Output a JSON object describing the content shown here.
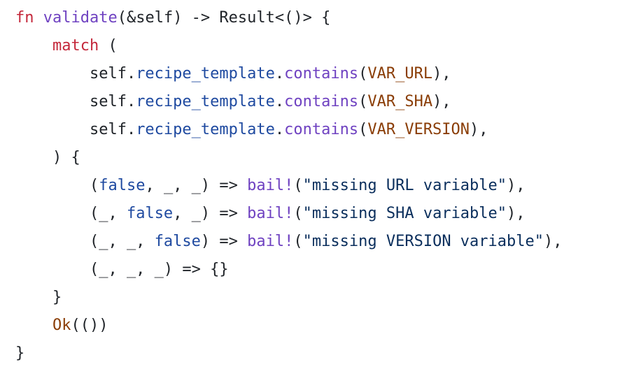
{
  "code": {
    "lines": [
      [
        {
          "t": "fn",
          "c": "kw"
        },
        {
          "t": " ",
          "c": "pl"
        },
        {
          "t": "validate",
          "c": "fn"
        },
        {
          "t": "(&self) -> Result<()> {",
          "c": "pl"
        }
      ],
      [
        {
          "t": "    ",
          "c": "pl"
        },
        {
          "t": "match",
          "c": "kw"
        },
        {
          "t": " (",
          "c": "pl"
        }
      ],
      [
        {
          "t": "        self.",
          "c": "pl"
        },
        {
          "t": "recipe_template",
          "c": "prop"
        },
        {
          "t": ".",
          "c": "pl"
        },
        {
          "t": "contains",
          "c": "fn"
        },
        {
          "t": "(",
          "c": "pl"
        },
        {
          "t": "VAR_URL",
          "c": "cst"
        },
        {
          "t": "),",
          "c": "pl"
        }
      ],
      [
        {
          "t": "        self.",
          "c": "pl"
        },
        {
          "t": "recipe_template",
          "c": "prop"
        },
        {
          "t": ".",
          "c": "pl"
        },
        {
          "t": "contains",
          "c": "fn"
        },
        {
          "t": "(",
          "c": "pl"
        },
        {
          "t": "VAR_SHA",
          "c": "cst"
        },
        {
          "t": "),",
          "c": "pl"
        }
      ],
      [
        {
          "t": "        self.",
          "c": "pl"
        },
        {
          "t": "recipe_template",
          "c": "prop"
        },
        {
          "t": ".",
          "c": "pl"
        },
        {
          "t": "contains",
          "c": "fn"
        },
        {
          "t": "(",
          "c": "pl"
        },
        {
          "t": "VAR_VERSION",
          "c": "cst"
        },
        {
          "t": "),",
          "c": "pl"
        }
      ],
      [
        {
          "t": "    ) {",
          "c": "pl"
        }
      ],
      [
        {
          "t": "        (",
          "c": "pl"
        },
        {
          "t": "false",
          "c": "bool"
        },
        {
          "t": ", _, _) => ",
          "c": "pl"
        },
        {
          "t": "bail!",
          "c": "mac"
        },
        {
          "t": "(",
          "c": "pl"
        },
        {
          "t": "\"missing URL variable\"",
          "c": "str"
        },
        {
          "t": "),",
          "c": "pl"
        }
      ],
      [
        {
          "t": "        (_, ",
          "c": "pl"
        },
        {
          "t": "false",
          "c": "bool"
        },
        {
          "t": ", _) => ",
          "c": "pl"
        },
        {
          "t": "bail!",
          "c": "mac"
        },
        {
          "t": "(",
          "c": "pl"
        },
        {
          "t": "\"missing SHA variable\"",
          "c": "str"
        },
        {
          "t": "),",
          "c": "pl"
        }
      ],
      [
        {
          "t": "        (_, _, ",
          "c": "pl"
        },
        {
          "t": "false",
          "c": "bool"
        },
        {
          "t": ") => ",
          "c": "pl"
        },
        {
          "t": "bail!",
          "c": "mac"
        },
        {
          "t": "(",
          "c": "pl"
        },
        {
          "t": "\"missing VERSION variable\"",
          "c": "str"
        },
        {
          "t": "),",
          "c": "pl"
        }
      ],
      [
        {
          "t": "        (_, _, _) => {}",
          "c": "pl"
        }
      ],
      [
        {
          "t": "    }",
          "c": "pl"
        }
      ],
      [
        {
          "t": "    ",
          "c": "pl"
        },
        {
          "t": "Ok",
          "c": "cst"
        },
        {
          "t": "(())",
          "c": "pl"
        }
      ],
      [
        {
          "t": "}",
          "c": "pl"
        }
      ]
    ]
  }
}
